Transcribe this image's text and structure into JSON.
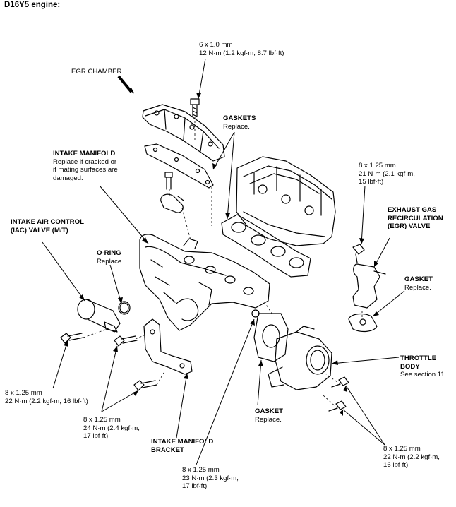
{
  "title": "D16Y5 engine:",
  "labels": {
    "top_bolt": {
      "l1": "6 x 1.0 mm",
      "l2": "12 N·m (1.2 kgf·m, 8.7 lbf·ft)"
    },
    "egr_chamber": "EGR CHAMBER",
    "gaskets": {
      "name": "GASKETS",
      "note": "Replace."
    },
    "intake_manifold": {
      "name": "INTAKE MANIFOLD",
      "note1": "Replace if cracked or",
      "note2": "if mating surfaces are",
      "note3": "damaged."
    },
    "egr_bolt": {
      "l1": "8 x 1.25 mm",
      "l2": "21 N·m (2.1 kgf·m,",
      "l3": "15 lbf·ft)"
    },
    "egr_valve": {
      "l1": "EXHAUST GAS",
      "l2": "RECIRCULATION",
      "l3": "(EGR) VALVE"
    },
    "iac": {
      "l1": "INTAKE AIR CONTROL",
      "l2": "(IAC) VALVE (M/T)"
    },
    "oring": {
      "name": "O-RING",
      "note": "Replace."
    },
    "egr_gasket": {
      "name": "GASKET",
      "note": "Replace."
    },
    "throttle": {
      "l1": "THROTTLE",
      "l2": "BODY",
      "note": "See section 11."
    },
    "iac_bolt": {
      "l1": "8 x 1.25 mm",
      "l2": "22 N·m (2.2 kgf·m, 16 lbf·ft)"
    },
    "bracket_bolt": {
      "l1": "8 x 1.25 mm",
      "l2": "24 N·m (2.4 kgf·m,",
      "l3": "17 lbf·ft)"
    },
    "bracket": {
      "l1": "INTAKE MANIFOLD",
      "l2": "BRACKET"
    },
    "tb_gasket": {
      "name": "GASKET",
      "note": "Replace."
    },
    "tb_bolt": {
      "l1": "8 x 1.25 mm",
      "l2": "22 N·m (2.2 kgf·m,",
      "l3": "16 lbf·ft)"
    },
    "bottom_bolt": {
      "l1": "8 x 1.25 mm",
      "l2": "23 N·m (2.3 kgf·m,",
      "l3": "17 lbf·ft)"
    }
  }
}
